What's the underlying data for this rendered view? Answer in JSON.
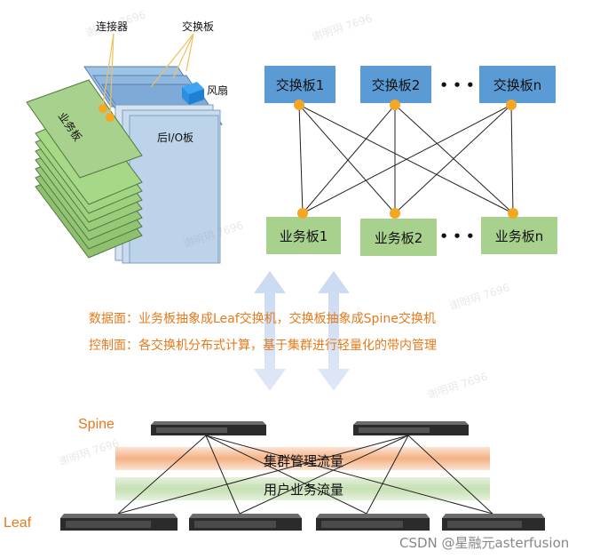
{
  "hardware": {
    "connector_label": "连接器",
    "switch_board_label": "交换板",
    "fan_label": "风扇",
    "service_board_label": "业务板",
    "rear_io_label": "后I/O板"
  },
  "topology": {
    "switch_boards": [
      "交换板1",
      "交换板2",
      "交换板n"
    ],
    "service_boards": [
      "业务板1",
      "业务板2",
      "业务板n"
    ],
    "ellipsis": "• • •"
  },
  "captions": {
    "data_plane": "数据面：业务板抽象成Leaf交换机，交换板抽象成Spine交换机",
    "control_plane": "控制面：各交换机分布式计算，基于集群进行轻量化的带内管理"
  },
  "network": {
    "spine_label": "Spine",
    "leaf_label": "Leaf",
    "cluster_mgmt_traffic": "集群管理流量",
    "user_service_traffic": "用户业务流量"
  },
  "watermark": "谢明玥 7696",
  "footer": "CSDN @星融元asterfusion",
  "colors": {
    "switch_blue": "#5b9bd5",
    "service_green": "#a9d18e",
    "node_orange": "#f5a623",
    "caption_orange": "#e57a1a",
    "mgmt_band": "#f4b183",
    "user_band": "#c5e0b4"
  }
}
